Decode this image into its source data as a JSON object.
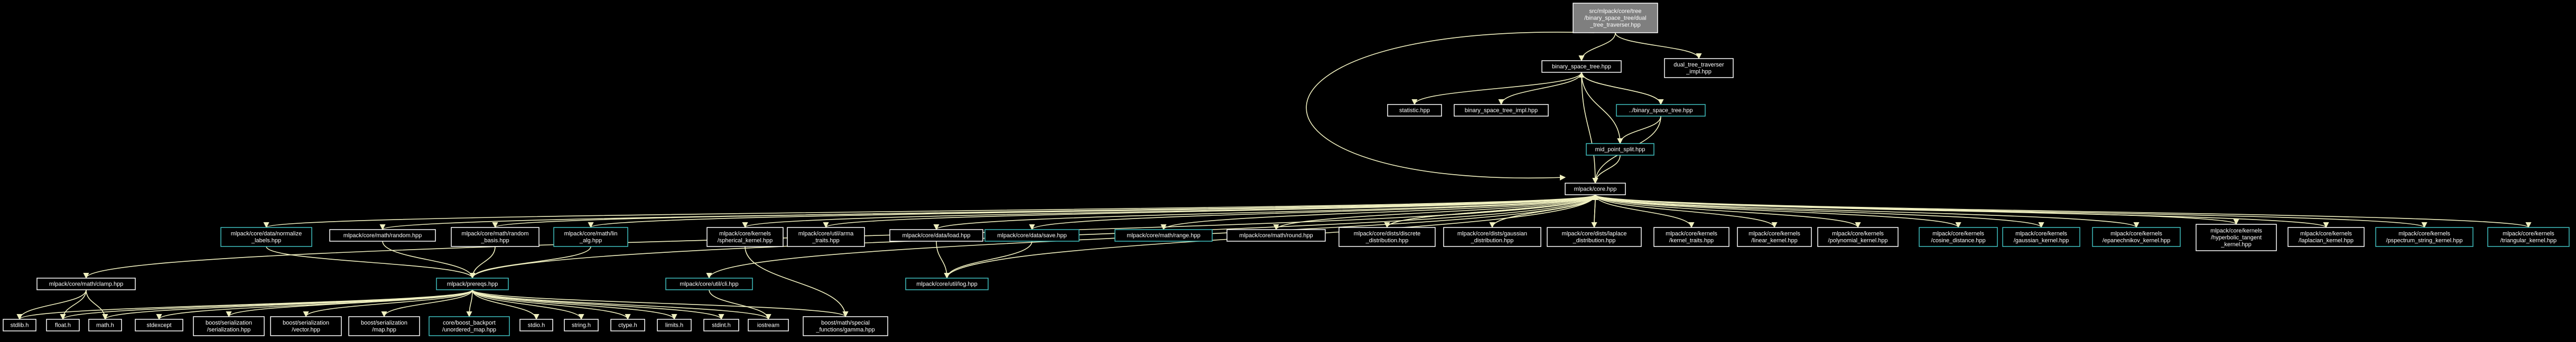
{
  "diagram": {
    "type": "include-dependency-graph",
    "colors": {
      "background": "#000000",
      "edge": "#f0f0c0",
      "node_border_default": "#ffffff",
      "node_border_documented": "#40c0c0",
      "root_fill": "#7f7f7f"
    },
    "nodes": [
      {
        "id": "root",
        "lines": [
          "src/mlpack/core/tree",
          "/binary_space_tree/dual",
          "_tree_traverser.hpp"
        ],
        "style": "root"
      },
      {
        "id": "bst",
        "lines": [
          "binary_space_tree.hpp"
        ],
        "style": "default"
      },
      {
        "id": "dtt_impl",
        "lines": [
          "dual_tree_traverser",
          "_impl.hpp"
        ],
        "style": "default"
      },
      {
        "id": "statistic",
        "lines": [
          "statistic.hpp"
        ],
        "style": "default"
      },
      {
        "id": "bst_impl",
        "lines": [
          "binary_space_tree_impl.hpp"
        ],
        "style": "default"
      },
      {
        "id": "bst_rel",
        "lines": [
          "../binary_space_tree.hpp"
        ],
        "style": "documented"
      },
      {
        "id": "mid_split",
        "lines": [
          "mid_point_split.hpp"
        ],
        "style": "documented"
      },
      {
        "id": "core",
        "lines": [
          "mlpack/core.hpp"
        ],
        "style": "default"
      },
      {
        "id": "clamp",
        "lines": [
          "mlpack/core/math/clamp.hpp"
        ],
        "style": "default"
      },
      {
        "id": "normalize",
        "lines": [
          "mlpack/core/data/normalize",
          "_labels.hpp"
        ],
        "style": "documented"
      },
      {
        "id": "random",
        "lines": [
          "mlpack/core/math/random.hpp"
        ],
        "style": "default"
      },
      {
        "id": "random_basis",
        "lines": [
          "mlpack/core/math/random",
          "_basis.hpp"
        ],
        "style": "default"
      },
      {
        "id": "lin_alg",
        "lines": [
          "mlpack/core/math/lin",
          "_alg.hpp"
        ],
        "style": "documented"
      },
      {
        "id": "spherical",
        "lines": [
          "mlpack/core/kernels",
          "/spherical_kernel.hpp"
        ],
        "style": "default"
      },
      {
        "id": "arma_traits",
        "lines": [
          "mlpack/core/util/arma",
          "_traits.hpp"
        ],
        "style": "default"
      },
      {
        "id": "load",
        "lines": [
          "mlpack/core/data/load.hpp"
        ],
        "style": "default"
      },
      {
        "id": "save",
        "lines": [
          "mlpack/core/data/save.hpp"
        ],
        "style": "documented"
      },
      {
        "id": "range",
        "lines": [
          "mlpack/core/math/range.hpp"
        ],
        "style": "documented"
      },
      {
        "id": "round",
        "lines": [
          "mlpack/core/math/round.hpp"
        ],
        "style": "default"
      },
      {
        "id": "discrete",
        "lines": [
          "mlpack/core/dists/discrete",
          "_distribution.hpp"
        ],
        "style": "default"
      },
      {
        "id": "gaussian_dist",
        "lines": [
          "mlpack/core/dists/gaussian",
          "_distribution.hpp"
        ],
        "style": "default"
      },
      {
        "id": "laplace",
        "lines": [
          "mlpack/core/dists/laplace",
          "_distribution.hpp"
        ],
        "style": "default"
      },
      {
        "id": "kernel_traits",
        "lines": [
          "mlpack/core/kernels",
          "/kernel_traits.hpp"
        ],
        "style": "default"
      },
      {
        "id": "linear",
        "lines": [
          "mlpack/core/kernels",
          "/linear_kernel.hpp"
        ],
        "style": "default"
      },
      {
        "id": "polynomial",
        "lines": [
          "mlpack/core/kernels",
          "/polynomial_kernel.hpp"
        ],
        "style": "default"
      },
      {
        "id": "cosine",
        "lines": [
          "mlpack/core/kernels",
          "/cosine_distance.hpp"
        ],
        "style": "documented"
      },
      {
        "id": "gaussian_k",
        "lines": [
          "mlpack/core/kernels",
          "/gaussian_kernel.hpp"
        ],
        "style": "documented"
      },
      {
        "id": "epanech",
        "lines": [
          "mlpack/core/kernels",
          "/epanechnikov_kernel.hpp"
        ],
        "style": "documented"
      },
      {
        "id": "hyperbolic",
        "lines": [
          "mlpack/core/kernels",
          "/hyperbolic_tangent",
          "_kernel.hpp"
        ],
        "style": "default"
      },
      {
        "id": "laplacian",
        "lines": [
          "mlpack/core/kernels",
          "/laplacian_kernel.hpp"
        ],
        "style": "default"
      },
      {
        "id": "pspectrum",
        "lines": [
          "mlpack/core/kernels",
          "/pspectrum_string_kernel.hpp"
        ],
        "style": "documented"
      },
      {
        "id": "triangular",
        "lines": [
          "mlpack/core/kernels",
          "/triangular_kernel.hpp"
        ],
        "style": "documented"
      },
      {
        "id": "prereqs",
        "lines": [
          "mlpack/prereqs.hpp"
        ],
        "style": "documented"
      },
      {
        "id": "cli",
        "lines": [
          "mlpack/core/util/cli.hpp"
        ],
        "style": "documented"
      },
      {
        "id": "log",
        "lines": [
          "mlpack/core/util/log.hpp"
        ],
        "style": "documented"
      },
      {
        "id": "stdlib",
        "lines": [
          "stdlib.h"
        ],
        "style": "default"
      },
      {
        "id": "float",
        "lines": [
          "float.h"
        ],
        "style": "default"
      },
      {
        "id": "math",
        "lines": [
          "math.h"
        ],
        "style": "default"
      },
      {
        "id": "stdexcept",
        "lines": [
          "stdexcept"
        ],
        "style": "default"
      },
      {
        "id": "ser_hpp",
        "lines": [
          "boost/serialization",
          "/serialization.hpp"
        ],
        "style": "default"
      },
      {
        "id": "ser_vector",
        "lines": [
          "boost/serialization",
          "/vector.hpp"
        ],
        "style": "default"
      },
      {
        "id": "ser_map",
        "lines": [
          "boost/serialization",
          "/map.hpp"
        ],
        "style": "default"
      },
      {
        "id": "umap",
        "lines": [
          "core/boost_backport",
          "/unordered_map.hpp"
        ],
        "style": "documented"
      },
      {
        "id": "stdio",
        "lines": [
          "stdio.h"
        ],
        "style": "default"
      },
      {
        "id": "string",
        "lines": [
          "string.h"
        ],
        "style": "default"
      },
      {
        "id": "ctype",
        "lines": [
          "ctype.h"
        ],
        "style": "default"
      },
      {
        "id": "limits",
        "lines": [
          "limits.h"
        ],
        "style": "default"
      },
      {
        "id": "stdint",
        "lines": [
          "stdint.h"
        ],
        "style": "default"
      },
      {
        "id": "iostream",
        "lines": [
          "iostream"
        ],
        "style": "default"
      },
      {
        "id": "gamma",
        "lines": [
          "boost/math/special",
          "_functions/gamma.hpp"
        ],
        "style": "default"
      }
    ],
    "edges": [
      [
        "root",
        "bst"
      ],
      [
        "root",
        "dtt_impl"
      ],
      [
        "root",
        "core"
      ],
      [
        "bst",
        "statistic"
      ],
      [
        "bst",
        "bst_impl"
      ],
      [
        "bst",
        "bst_rel"
      ],
      [
        "bst",
        "mid_split"
      ],
      [
        "bst",
        "core"
      ],
      [
        "bst_rel",
        "bst"
      ],
      [
        "bst_rel",
        "mid_split"
      ],
      [
        "bst_rel",
        "core"
      ],
      [
        "mid_split",
        "core"
      ],
      [
        "core",
        "clamp"
      ],
      [
        "core",
        "normalize"
      ],
      [
        "core",
        "random"
      ],
      [
        "core",
        "random_basis"
      ],
      [
        "core",
        "lin_alg"
      ],
      [
        "core",
        "spherical"
      ],
      [
        "core",
        "arma_traits"
      ],
      [
        "core",
        "load"
      ],
      [
        "core",
        "save"
      ],
      [
        "core",
        "range"
      ],
      [
        "core",
        "round"
      ],
      [
        "core",
        "discrete"
      ],
      [
        "core",
        "gaussian_dist"
      ],
      [
        "core",
        "laplace"
      ],
      [
        "core",
        "kernel_traits"
      ],
      [
        "core",
        "linear"
      ],
      [
        "core",
        "polynomial"
      ],
      [
        "core",
        "cosine"
      ],
      [
        "core",
        "gaussian_k"
      ],
      [
        "core",
        "epanech"
      ],
      [
        "core",
        "hyperbolic"
      ],
      [
        "core",
        "laplacian"
      ],
      [
        "core",
        "pspectrum"
      ],
      [
        "core",
        "triangular"
      ],
      [
        "core",
        "prereqs"
      ],
      [
        "core",
        "cli"
      ],
      [
        "core",
        "log"
      ],
      [
        "discrete",
        "core"
      ],
      [
        "gaussian_dist",
        "core"
      ],
      [
        "laplace",
        "core"
      ],
      [
        "clamp",
        "stdlib"
      ],
      [
        "clamp",
        "float"
      ],
      [
        "clamp",
        "math"
      ],
      [
        "normalize",
        "prereqs"
      ],
      [
        "random",
        "prereqs"
      ],
      [
        "random_basis",
        "prereqs"
      ],
      [
        "lin_alg",
        "prereqs"
      ],
      [
        "spherical",
        "gamma"
      ],
      [
        "load",
        "log"
      ],
      [
        "save",
        "log"
      ],
      [
        "cli",
        "iostream"
      ],
      [
        "prereqs",
        "stdlib"
      ],
      [
        "prereqs",
        "float"
      ],
      [
        "prereqs",
        "math"
      ],
      [
        "prereqs",
        "stdexcept"
      ],
      [
        "prereqs",
        "ser_hpp"
      ],
      [
        "prereqs",
        "ser_vector"
      ],
      [
        "prereqs",
        "ser_map"
      ],
      [
        "prereqs",
        "umap"
      ],
      [
        "prereqs",
        "stdio"
      ],
      [
        "prereqs",
        "string"
      ],
      [
        "prereqs",
        "ctype"
      ],
      [
        "prereqs",
        "limits"
      ],
      [
        "prereqs",
        "stdint"
      ],
      [
        "prereqs",
        "iostream"
      ],
      [
        "prereqs",
        "gamma"
      ]
    ]
  }
}
